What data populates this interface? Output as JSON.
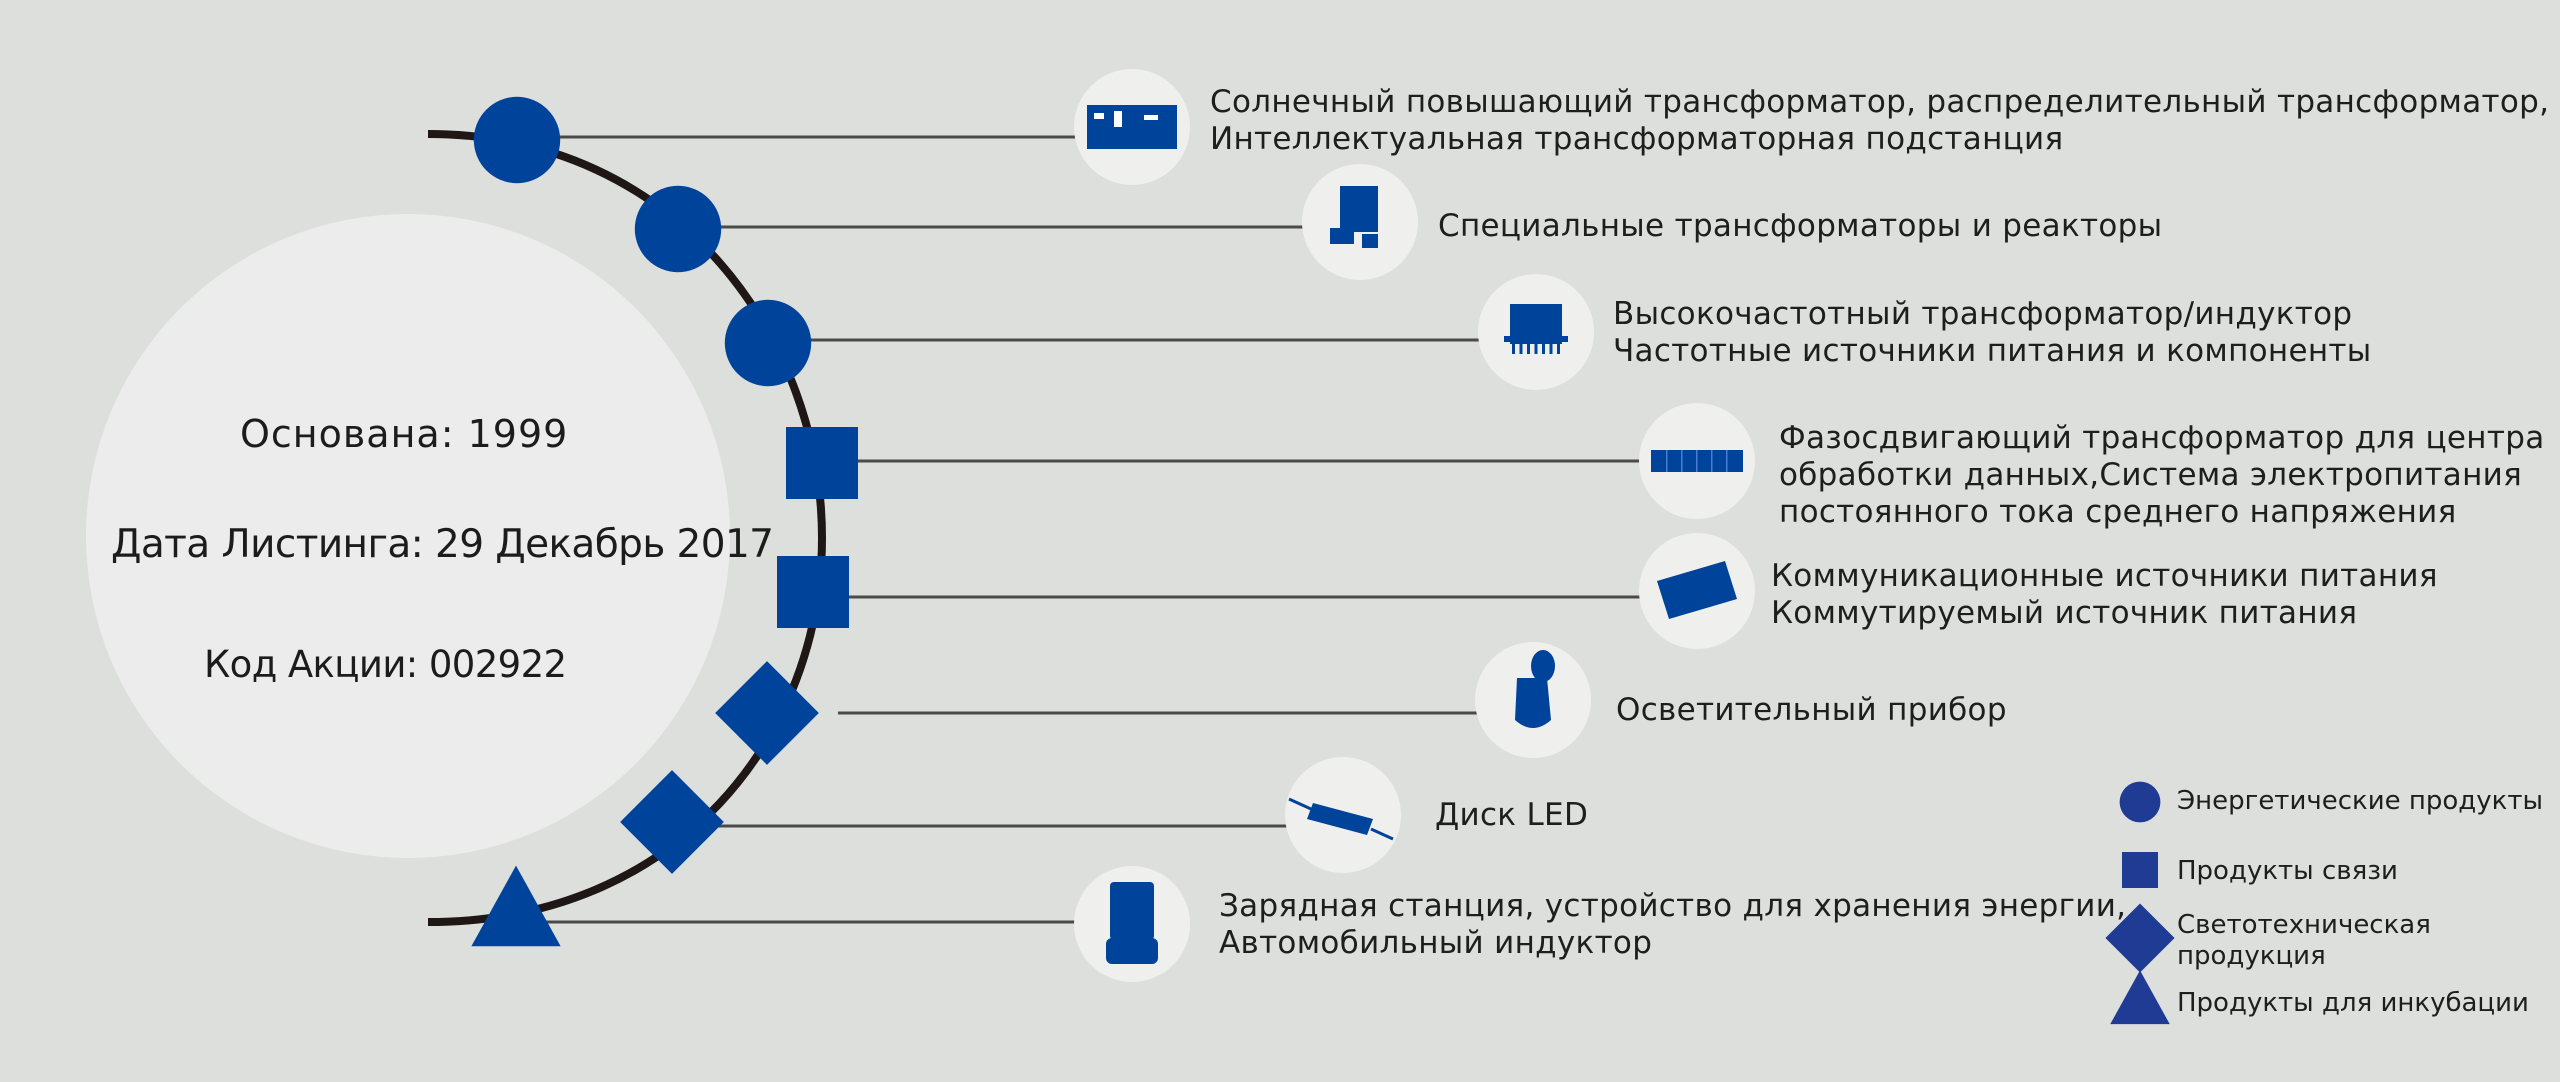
{
  "info": {
    "founded": "Основана: 1999",
    "listing": "Дата Листинга: 29 Декабрь 2017",
    "stock_code": "Код Акции: 002922"
  },
  "colors": {
    "accent": "#00439b",
    "legend_accent": "#1f3b93",
    "arc": "#1e1715",
    "line": "#4a4a4a",
    "background": "#dddfdc",
    "circle": "#ececec",
    "icon_bg": "#efefed"
  },
  "items": [
    {
      "marker": "circle",
      "icon": "solar-transformer-icon",
      "lines": [
        "Солнечный повышающий трансформатор, распределительный трансформатор,",
        "Интеллектуальная трансформаторная подстанция"
      ]
    },
    {
      "marker": "circle",
      "icon": "special-transformer-icon",
      "lines": [
        "Специальные трансформаторы и реакторы"
      ]
    },
    {
      "marker": "circle",
      "icon": "hf-transformer-icon",
      "lines": [
        "Высокочастотный трансформатор/индуктор",
        "Частотные источники питания и компоненты"
      ]
    },
    {
      "marker": "square",
      "icon": "phase-shift-transformer-icon",
      "lines": [
        "Фазосдвигающий трансформатор для центра",
        "обработки данных,Система электропитания",
        "постоянного тока среднего напряжения"
      ]
    },
    {
      "marker": "square",
      "icon": "power-supply-icon",
      "lines": [
        "Коммуникационные источники питания",
        "Коммутируемый источник питания"
      ]
    },
    {
      "marker": "diamond",
      "icon": "lighting-fixture-icon",
      "lines": [
        "Осветительный прибор"
      ]
    },
    {
      "marker": "diamond",
      "icon": "led-driver-icon",
      "lines": [
        "Диск LED"
      ]
    },
    {
      "marker": "triangle",
      "icon": "charging-station-icon",
      "lines": [
        "Зарядная станция, устройство для хранения энергии,",
        "Автомобильный индуктор"
      ]
    }
  ],
  "legend": [
    {
      "marker": "circle",
      "lines": [
        "Энергетические продукты"
      ]
    },
    {
      "marker": "square",
      "lines": [
        "Продукты связи"
      ]
    },
    {
      "marker": "diamond",
      "lines": [
        "Светотехническая",
        "продукция"
      ]
    },
    {
      "marker": "triangle",
      "lines": [
        "Продукты для инкубации"
      ]
    }
  ]
}
